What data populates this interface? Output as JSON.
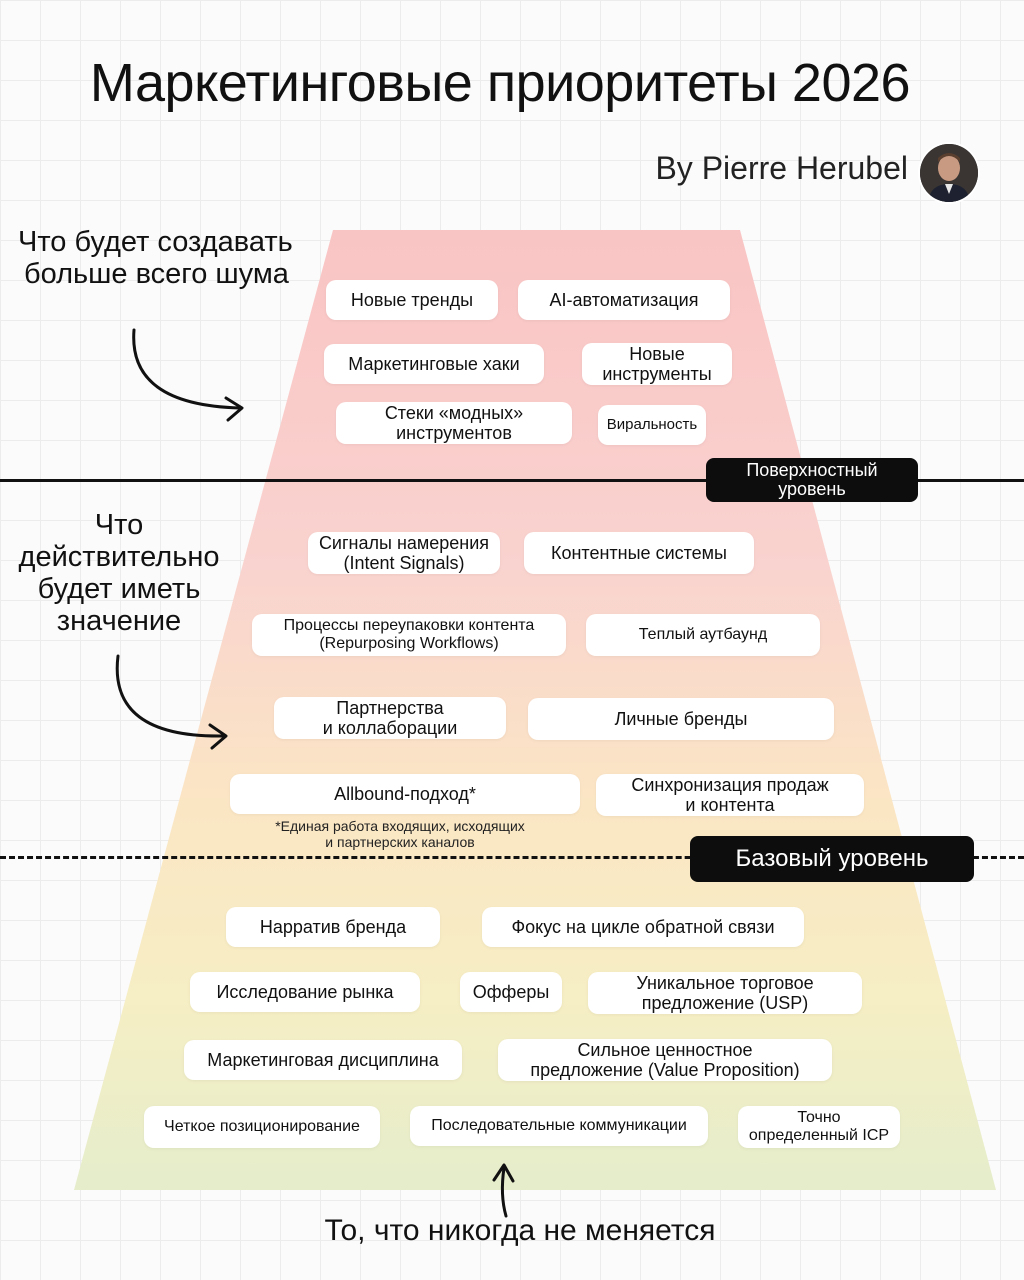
{
  "header": {
    "title": "Маркетинговые приоритеты 2026",
    "byline": "By Pierre Herubel"
  },
  "side_labels": {
    "noise_line1": "Что будет создавать",
    "noise_line2": "больше всего шума",
    "matter_line1": "Что",
    "matter_line2": "действительно",
    "matter_line3": "будет иметь",
    "matter_line4": "значение"
  },
  "levels": {
    "surface_line1": "Поверхностный",
    "surface_line2": "уровень",
    "base": "Базовый уровень"
  },
  "chips": {
    "trends": "Новые тренды",
    "ai": "AI-автоматизация",
    "hacks": "Маркетинговые хаки",
    "new_tools_1": "Новые",
    "new_tools_2": "инструменты",
    "stacks_1": "Стеки «модных»",
    "stacks_2": "инструментов",
    "virality": "Виральность",
    "intent_1": "Сигналы намерения",
    "intent_2": "(Intent Signals)",
    "content_systems": "Контентные системы",
    "repurpose_1": "Процессы переупаковки контента",
    "repurpose_2": "(Repurposing Workflows)",
    "warm_outbound": "Теплый аутбаунд",
    "partner_1": "Партнерства",
    "partner_2": "и коллаборации",
    "personal_brands": "Личные бренды",
    "allbound": "Allbound-подход*",
    "sync_1": "Синхронизация продаж",
    "sync_2": "и контента",
    "narrative": "Нарратив бренда",
    "feedback": "Фокус на цикле обратной связи",
    "research": "Исследование рынка",
    "offers": "Офферы",
    "usp_1": "Уникальное торговое",
    "usp_2": "предложение (USP)",
    "discipline": "Маркетинговая дисциплина",
    "value_1": "Сильное ценностное",
    "value_2": "предложение (Value Proposition)",
    "positioning": "Четкое позиционирование",
    "comms": "Последовательные коммуникации",
    "icp_1": "Точно",
    "icp_2": "определенный ICP"
  },
  "note": {
    "line1": "*Единая работа входящих, исходящих",
    "line2": "и партнерских каналов"
  },
  "footer": "То, что никогда не меняется",
  "colors": {
    "top": "#f9c7c7",
    "middle": "#fbe7c0",
    "bottom": "#e6edc9",
    "tag_bg": "#0d0d0d"
  }
}
